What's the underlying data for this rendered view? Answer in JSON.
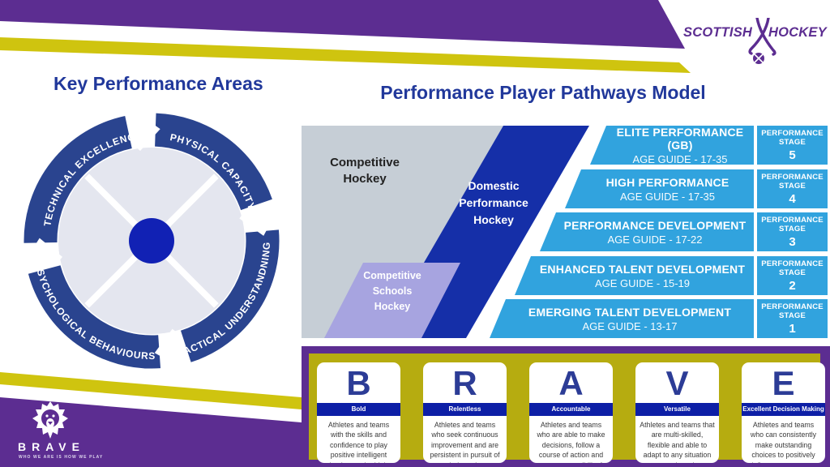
{
  "logo": {
    "scottish": "SCOTTISH",
    "hockey": "HOCKEY"
  },
  "kpa": {
    "title": "Key Performance Areas",
    "segments": {
      "top_left": "TECHNICAL EXCELLENCE",
      "top_right": "PHYSICAL CAPACITY",
      "bottom_right": "TACTICAL UNDERSTANDNING",
      "bottom_left": "PSYCHOLOGICAL BEHAVIOURS"
    }
  },
  "pathways": {
    "title": "Performance Player Pathways Model",
    "competitive_hockey": {
      "line1": "Competitive",
      "line2": "Hockey"
    },
    "domestic": {
      "line1": "Domestic",
      "line2": "Performance",
      "line3": "Hockey"
    },
    "schools": {
      "line1": "Competitive",
      "line2": "Schools",
      "line3": "Hockey"
    },
    "stage_word1": "PERFORMANCE",
    "stage_word2": "STAGE",
    "rows": [
      {
        "title": "ELITE PERFORMANCE (GB)",
        "age": "AGE GUIDE - 17-35",
        "stage": "5"
      },
      {
        "title": "HIGH PERFORMANCE",
        "age": "AGE GUIDE - 17-35",
        "stage": "4"
      },
      {
        "title": "PERFORMANCE DEVELOPMENT",
        "age": "AGE GUIDE - 17-22",
        "stage": "3"
      },
      {
        "title": "ENHANCED TALENT DEVELOPMENT",
        "age": "AGE GUIDE - 15-19",
        "stage": "2"
      },
      {
        "title": "EMERGING TALENT DEVELOPMENT",
        "age": "AGE GUIDE - 13-17",
        "stage": "1"
      }
    ]
  },
  "brave": {
    "cards": [
      {
        "letter": "B",
        "title": "Bold",
        "text": "Athletes and teams with the skills and confidence to play positive intelligent hockey under high pressure."
      },
      {
        "letter": "R",
        "title": "Relentless",
        "text": "Athletes and teams who seek continuous improvement and are persistent in pursuit of their goals."
      },
      {
        "letter": "A",
        "title": "Accountable",
        "text": "Athletes and teams who are able to make decisions, follow a course of action and accept responsibility for the outcome."
      },
      {
        "letter": "V",
        "title": "Versatile",
        "text": "Athletes and teams that are multi-skilled, flexible and able to adapt to any situation at any given time"
      },
      {
        "letter": "E",
        "title": "Excellent Decision Making",
        "text": "Athletes and teams who can consistently make outstanding choices to positively influence outcomes."
      }
    ],
    "footer": {
      "wordmark": "BRAVE",
      "tagline": "WHO WE ARE IS HOW WE PLAY"
    }
  },
  "colors": {
    "purple": "#5c2d91",
    "yellow_band": "#cfc40f",
    "panel_yellow": "#b6ac10",
    "navy": "#152fa8",
    "row_blue": "#31a3de",
    "ring_blue": "#2a448f",
    "dot_blue": "#1121b4",
    "title_blue": "#21389b",
    "gray": "#c6ced6",
    "lavender": "#a7a4e0"
  }
}
